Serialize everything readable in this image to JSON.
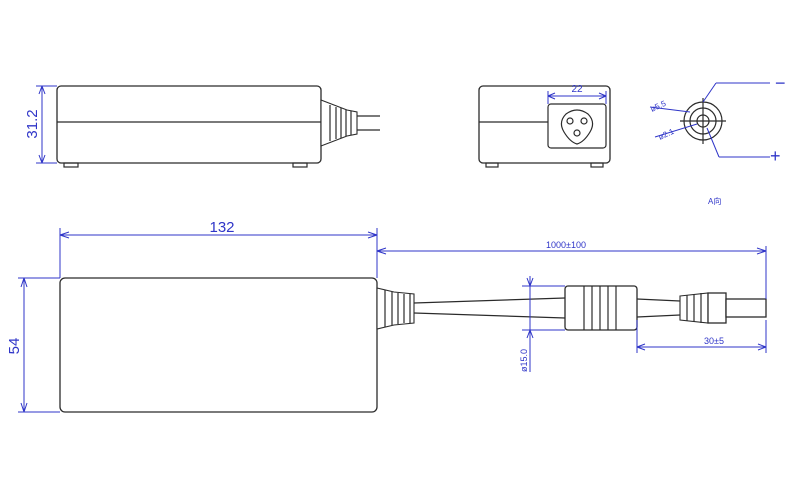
{
  "dimensions": {
    "height_side": "31.2",
    "width_connector": "22",
    "dia_outer": "ø5.5",
    "dia_inner": "ø2.1",
    "polarity_negative": "−",
    "polarity_positive": "+",
    "view_label": "A向",
    "length_top": "132",
    "cable_length": "1000±100",
    "width_bottom": "54",
    "ferrite_diameter": "ø15.0",
    "plug_length": "30±5"
  }
}
